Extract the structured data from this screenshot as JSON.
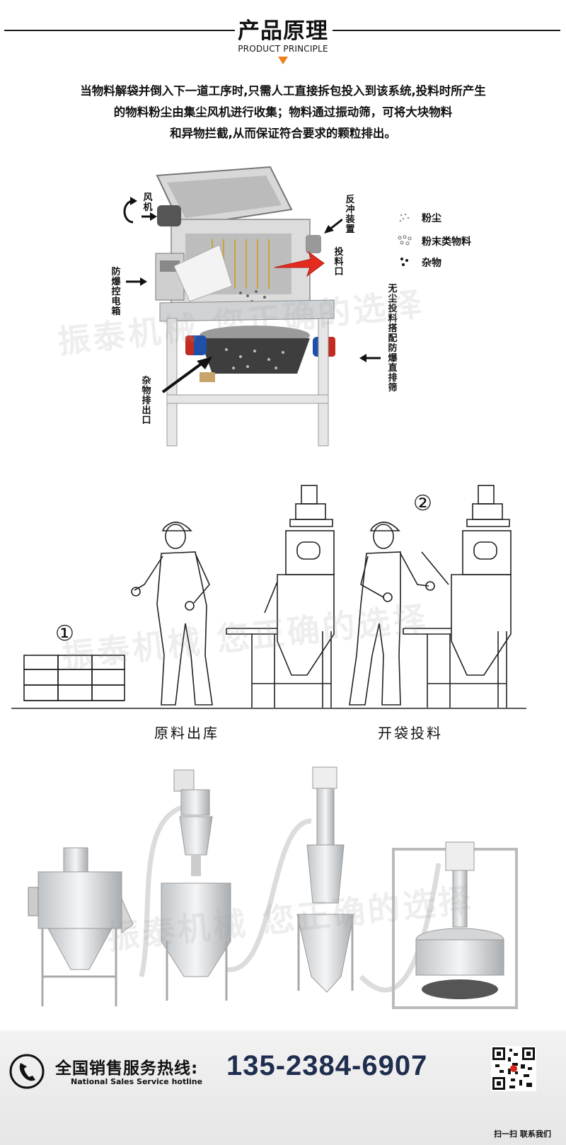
{
  "header": {
    "title": "产品原理",
    "subtitle": "PRODUCT PRINCIPLE",
    "accent_color": "#f07f1e"
  },
  "intro": {
    "lines": [
      "当物料解袋并倒入下一道工序时,只需人工直接拆包投入到该系统,投料时所产生",
      "的物料粉尘由集尘风机进行收集；物料通过振动筛，可将大块物料",
      "和异物拦截,从而保证符合要求的颗粒排出。"
    ]
  },
  "machine_diagram": {
    "labels": {
      "fan": "风机",
      "backflush": "反冲装置",
      "feed_port": "投料口",
      "control_box": "防爆控电箱",
      "dust_free_sieve": "无尘投料搭配防爆直排筛",
      "debris_outlet": "杂物排出口"
    },
    "legend": [
      {
        "label": "粉尘",
        "icon": "fine-dust-dots"
      },
      {
        "label": "粉末类物料",
        "icon": "powder-dots"
      },
      {
        "label": "杂物",
        "icon": "debris-dots"
      }
    ],
    "arrow_color": "#e32c1f"
  },
  "watermark": "振泰机械 您正确的选择",
  "steps": [
    {
      "marker": "①",
      "caption": "原料出库"
    },
    {
      "marker": "②",
      "caption": "开袋投料"
    }
  ],
  "footer": {
    "hotline_label": "全国销售服务热线:",
    "hotline_en": "National Sales Service hotline",
    "phone": "135-2384-6907",
    "qr_caption": "扫一扫 联系我们",
    "phone_color": "#1f2d4f"
  }
}
